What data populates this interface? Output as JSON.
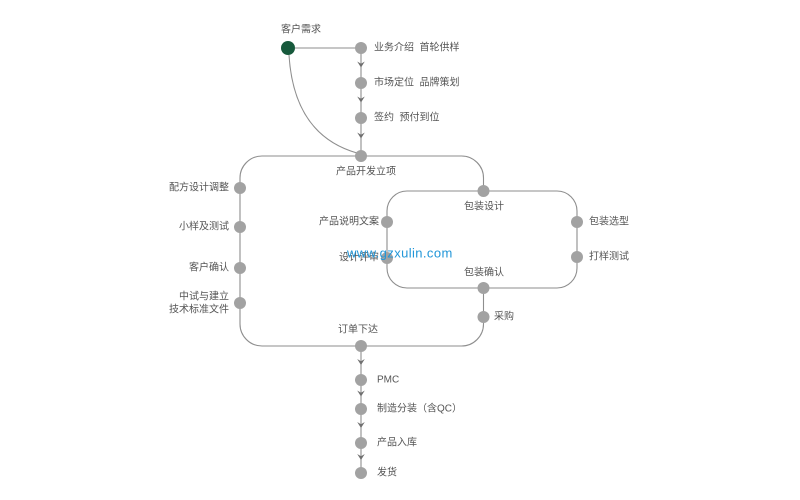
{
  "watermark": {
    "text": "www.gzxulin.com",
    "color": "#2196d8"
  },
  "colors": {
    "line": "#8e8e8e",
    "dot": "#a2a2a2",
    "start_dot": "#17593c",
    "label": "#545454"
  },
  "nodes": {
    "start": "客户需求",
    "intro": "业务介绍  首轮供样",
    "market": "市场定位  品牌策划",
    "sign": "签约  预付到位",
    "project": "产品开发立项",
    "formula": "配方设计调整",
    "sample": "小样及测试",
    "confirm": "客户确认",
    "pilot_line1": "中试与建立",
    "pilot_line2": "技术标准文件",
    "copywriting": "产品说明文案",
    "design_review": "设计评审",
    "pkg_design": "包装设计",
    "pkg_select": "包装选型",
    "pkg_test": "打样测试",
    "pkg_confirm": "包装确认",
    "purchase": "采购",
    "order": "订单下达",
    "pmc": "PMC",
    "mfg": "制造分装（含QC）",
    "warehouse": "产品入库",
    "ship": "发货"
  }
}
